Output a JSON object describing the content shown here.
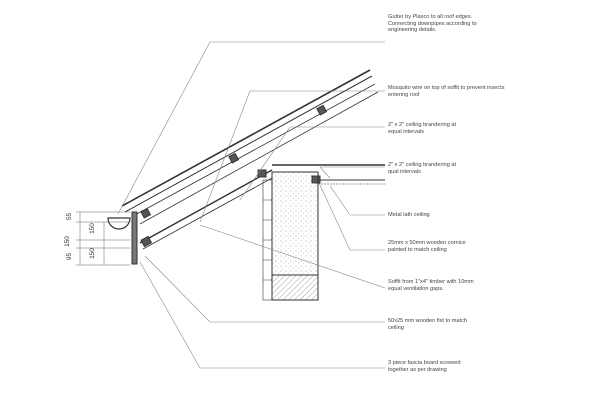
{
  "annotations": [
    {
      "id": "gutter",
      "text": "Gutter by Plasco to all roof edges. Connecting downpipes according to engineering details."
    },
    {
      "id": "mosquito-wire",
      "text": "Mosquito wire on top of soffit to prevent insects entering roof"
    },
    {
      "id": "brandering-1",
      "text": "2\" x 2\" ceiling brandering at equal intervals"
    },
    {
      "id": "brandering-2",
      "text": "2\" x 2\" ceiling brandering at qual intervals"
    },
    {
      "id": "metal-lath",
      "text": "Metal lath ceiling"
    },
    {
      "id": "cornice",
      "text": "25mm x 50mm wooden cornice painted to match ceiling"
    },
    {
      "id": "soffit",
      "text": "Soffit from 1\"x4\" timber with 10mm equal ventilation gaps."
    },
    {
      "id": "fist",
      "text": "50x25 mm wooden fist to match ceiling"
    },
    {
      "id": "fascia",
      "text": "3 piece fascia board screwed together as per drawing"
    }
  ],
  "dimensions": {
    "outer": [
      "55",
      "150",
      "95"
    ],
    "inner": [
      "150",
      "150"
    ]
  },
  "colors": {
    "line": "#333333",
    "leader": "#888888",
    "text": "#444444"
  }
}
